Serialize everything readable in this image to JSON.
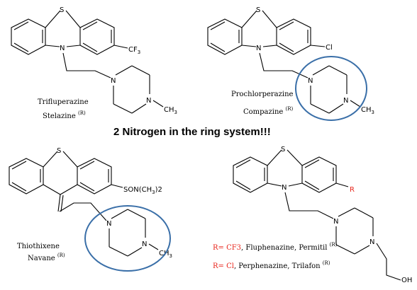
{
  "headline": "2 Nitrogen in the ring system!!!",
  "atoms": {
    "S": "S",
    "N": "N",
    "CH": "CH",
    "three": "3",
    "CF": "CF",
    "Cl": "Cl",
    "SON": "SON(CH",
    "two": ")2",
    "R": "R",
    "OH": "OH"
  },
  "compounds": [
    {
      "generic": "Trifluperazine",
      "brand": "Stelazine",
      "mark": "(R)",
      "substituent": "CF3"
    },
    {
      "generic": "Prochlorperazine",
      "brand": "Compazine",
      "mark": "(R)",
      "substituent": "Cl"
    },
    {
      "generic": "Thiothixene",
      "brand": "Navane",
      "mark": "(R)",
      "substituent": "SON(CH3)2"
    },
    {
      "substituent": "R",
      "variants": [
        {
          "prefix": "R= ",
          "group": "CF3",
          "names": ", Fluphenazine, Permitil",
          "mark": "(R)"
        },
        {
          "prefix": "R= ",
          "group": "Cl",
          "names": ", Perphenazine, Trilafon",
          "mark": "(R)"
        }
      ]
    }
  ],
  "colors": {
    "circle": "#3a6fa8",
    "r_label": "#e8261c",
    "text": "#000000"
  }
}
